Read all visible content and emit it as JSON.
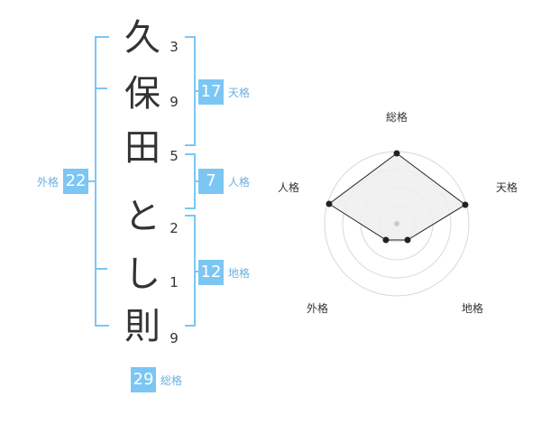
{
  "name": {
    "chars": [
      {
        "char": "久",
        "strokes": "3"
      },
      {
        "char": "保",
        "strokes": "9"
      },
      {
        "char": "田",
        "strokes": "5"
      },
      {
        "char": "と",
        "strokes": "2"
      },
      {
        "char": "し",
        "strokes": "1"
      },
      {
        "char": "則",
        "strokes": "9"
      }
    ]
  },
  "fortunes": {
    "tenkaku": {
      "label": "天格",
      "value": "17"
    },
    "jinkaku": {
      "label": "人格",
      "value": "7"
    },
    "chikaku": {
      "label": "地格",
      "value": "12"
    },
    "gaikaku": {
      "label": "外格",
      "value": "22"
    },
    "soukaku": {
      "label": "総格",
      "value": "29"
    }
  },
  "radar": {
    "labels": {
      "top": "総格",
      "right": "天格",
      "bottom_right": "地格",
      "bottom_left": "外格",
      "left": "人格"
    },
    "colors": {
      "ring": "#d8d8d8",
      "fill": "#eeeeee",
      "line": "#222222",
      "point": "#222222",
      "center": "#cccccc"
    }
  }
}
